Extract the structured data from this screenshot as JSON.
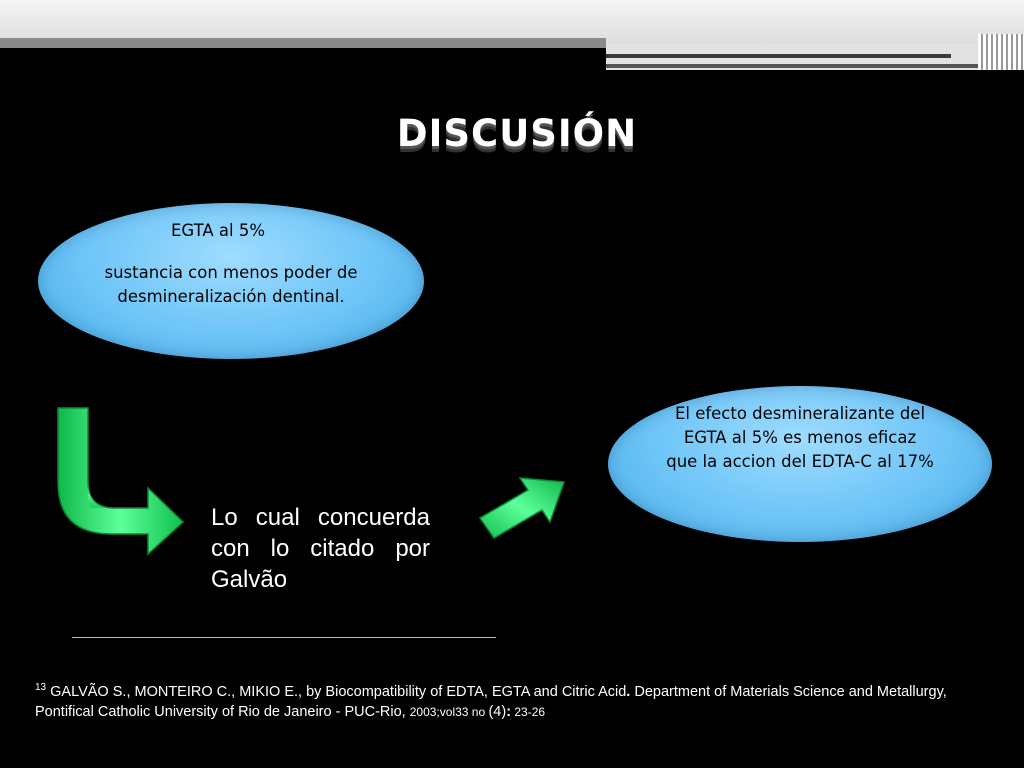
{
  "slide": {
    "title": "DISCUSIÓN",
    "oval_left": {
      "line1": "EGTA al 5%",
      "body": "sustancia con menos poder de desmineralización dentinal."
    },
    "oval_right": {
      "text": "El efecto desmineralizante del EGTA al 5% es menos eficaz que la accion del EDTA-C al 17%"
    },
    "middle_text": "Lo cual concuerda con lo citado por Galvão",
    "footnote": {
      "number": "13",
      "part1": " GALVÃO S., MONTEIRO C., MIKIO E., by Biocompatibility of EDTA, EGTA and Citric Acid",
      "bold_dot": ".",
      "part2": " Department of Materials Science and Metallurgy, Pontifical Catholic University of Rio de Janeiro - PUC-Rio, ",
      "year_vol": "2003;vol33",
      "no_label": " no ",
      "issue": "(4)",
      "colon": ":",
      "pages": " 23-26"
    }
  },
  "colors": {
    "background": "#000000",
    "oval_fill": "#6cc4f7",
    "arrow_green": "#1fe05a"
  },
  "icons": {
    "bent_arrow": "bent-arrow-icon",
    "diagonal_arrow": "diagonal-arrow-icon"
  }
}
